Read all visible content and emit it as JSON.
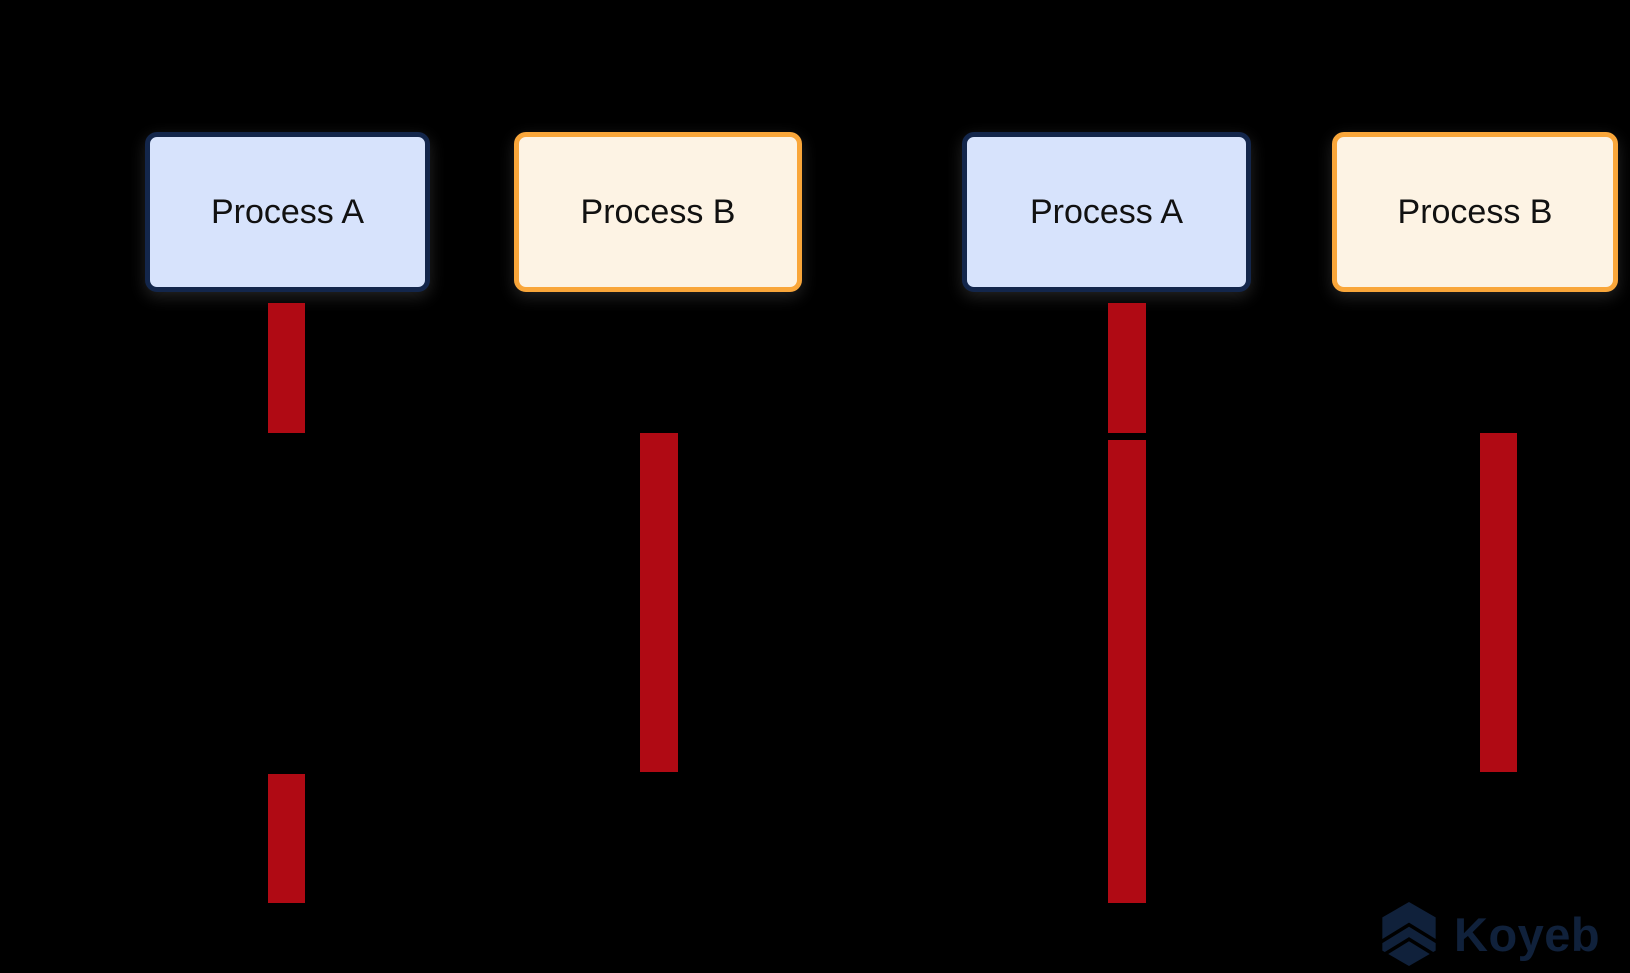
{
  "colors": {
    "background": "#000000",
    "process-a-fill": "#d7e3fc",
    "process-a-border": "#13264b",
    "process-b-fill": "#fdf3e4",
    "process-b-border": "#f9a63a",
    "activation-bar": "#b00a14",
    "logo": "#10213b"
  },
  "diagrams": {
    "left": {
      "process_a_label": "Process A",
      "process_b_label": "Process B"
    },
    "right": {
      "process_a_label": "Process A",
      "process_b_label": "Process B"
    }
  },
  "logo": {
    "text": "Koyeb"
  }
}
